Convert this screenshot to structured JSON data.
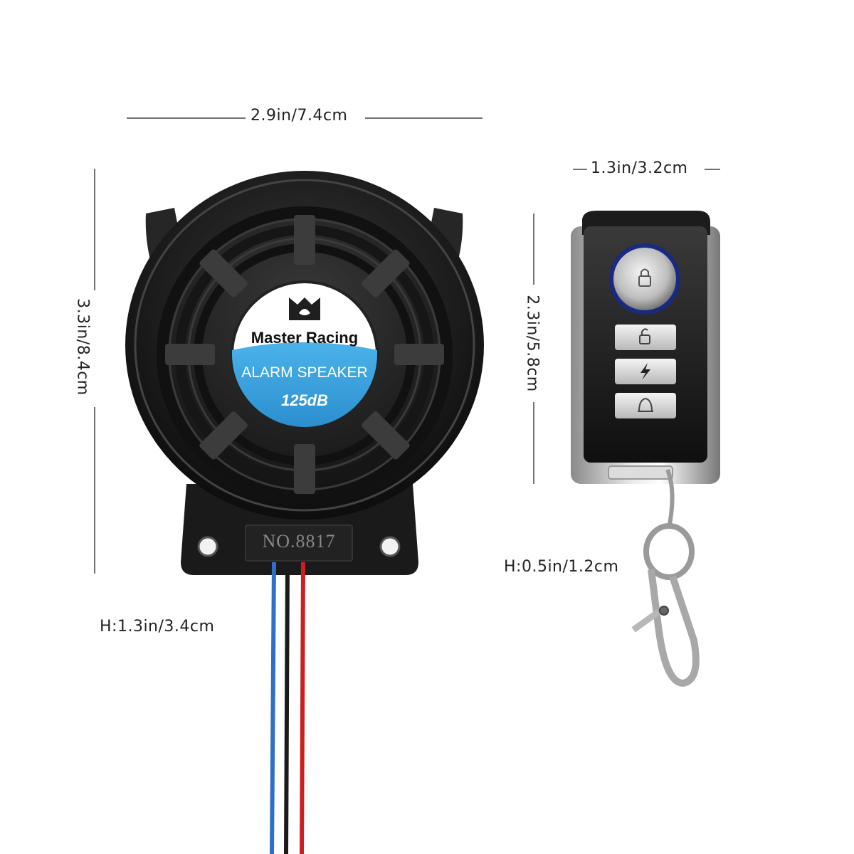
{
  "dimensions": {
    "speaker_width": "2.9in/7.4cm",
    "speaker_height": "3.3in/8.4cm",
    "speaker_depth": "H:1.3in/3.4cm",
    "remote_width": "1.3in/3.2cm",
    "remote_height": "2.3in/5.8cm",
    "remote_depth": "H:0.5in/1.2cm"
  },
  "speaker": {
    "brand": "Master Racing",
    "product": "ALARM SPEAKER",
    "rating": "125dB",
    "model": "NO.8817"
  },
  "colors": {
    "label_blue": "#3aa0dc",
    "wire_blue": "#2f6fc8",
    "wire_black": "#1a1a1a",
    "wire_red": "#cc2020",
    "housing": "#1e1e1e"
  },
  "remote": {
    "buttons": [
      "lock-icon",
      "unlock-icon",
      "lightning-icon",
      "bell-icon"
    ]
  }
}
